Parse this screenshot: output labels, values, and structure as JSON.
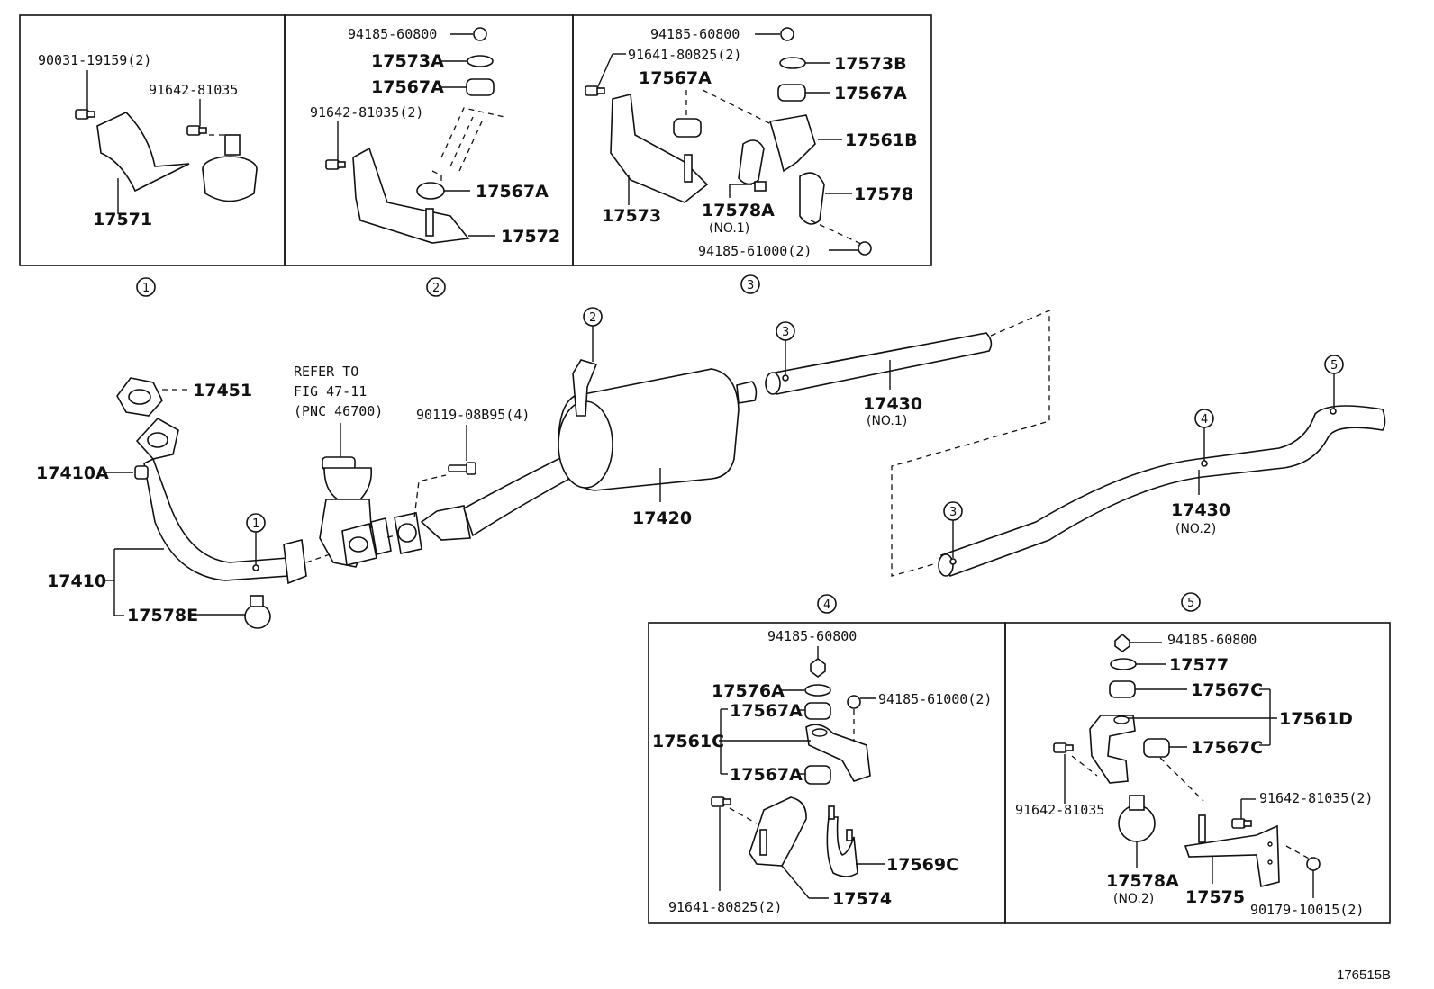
{
  "callouts": {
    "c1": "1",
    "c2": "2",
    "c3": "3",
    "c4": "4",
    "c5": "5"
  },
  "box1": {
    "p_90031": "90031-19159(2)",
    "p_91642": "91642-81035",
    "p_17571": "17571"
  },
  "box2": {
    "p_94185": "94185-60800",
    "p_17573A": "17573A",
    "p_17567A_top": "17567A",
    "p_91642": "91642-81035(2)",
    "p_17567A": "17567A",
    "p_17572": "17572"
  },
  "box3": {
    "p_94185": "94185-60800",
    "p_91641": "91641-80825(2)",
    "p_17567A_left": "17567A",
    "p_17573B": "17573B",
    "p_17567A_right": "17567A",
    "p_17561B": "17561B",
    "p_17573": "17573",
    "p_17578A": "17578A",
    "p_no1": "(NO.1)",
    "p_17578": "17578",
    "p_94185_61000": "94185-61000(2)"
  },
  "main": {
    "refer_line1": "REFER TO",
    "refer_line2": "FIG 47-11",
    "refer_line3": "(PNC 46700)",
    "p_17451": "17451",
    "p_17410A": "17410A",
    "p_17410": "17410",
    "p_17578E": "17578E",
    "p_90119": "90119-08B95(4)",
    "p_17420": "17420",
    "p_17430_1": "17430",
    "p_no1": "(NO.1)",
    "p_17430_2": "17430",
    "p_no2": "(NO.2)"
  },
  "box4": {
    "p_94185": "94185-60800",
    "p_17576A": "17576A",
    "p_94185_61000": "94185-61000(2)",
    "p_17567A_a": "17567A",
    "p_17561C": "17561C",
    "p_17567A_b": "17567A",
    "p_91641": "91641-80825(2)",
    "p_17569C": "17569C",
    "p_17574": "17574"
  },
  "box5": {
    "p_94185": "94185-60800",
    "p_17577": "17577",
    "p_17567C_a": "17567C",
    "p_17561D": "17561D",
    "p_17567C_b": "17567C",
    "p_91642_a": "91642-81035",
    "p_91642_b": "91642-81035(2)",
    "p_17578A": "17578A",
    "p_no2": "(NO.2)",
    "p_17575": "17575",
    "p_90179": "90179-10015(2)"
  },
  "figure_code": "176515B"
}
